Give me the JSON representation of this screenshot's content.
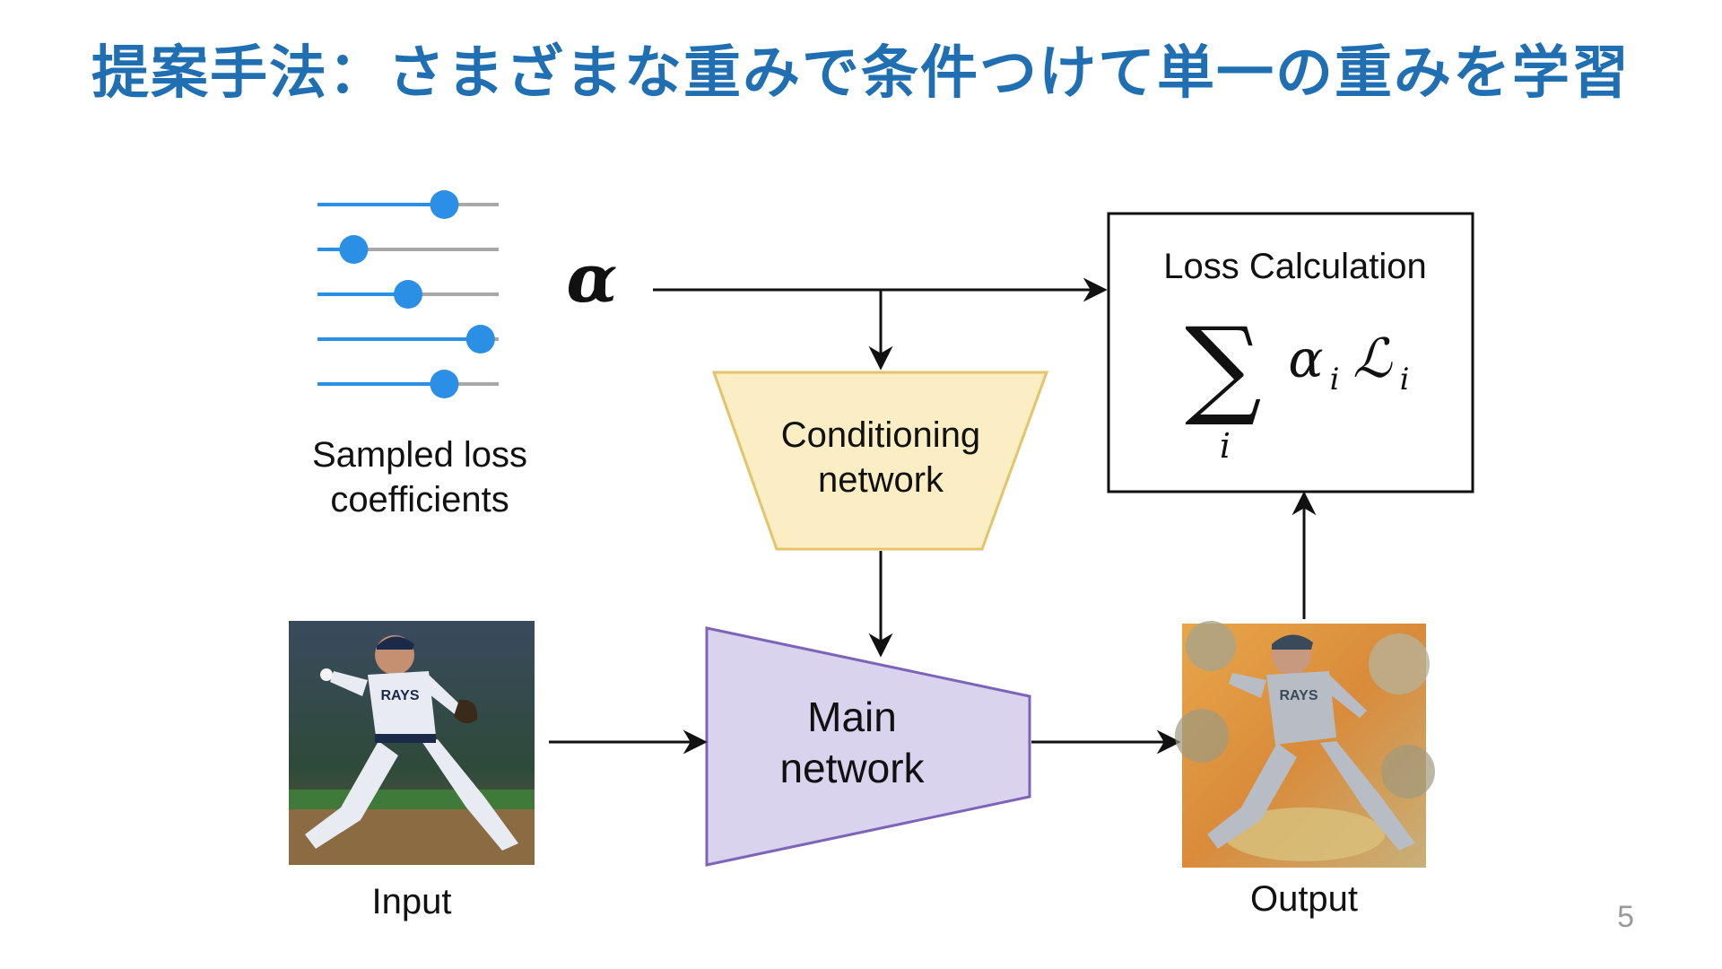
{
  "slide": {
    "title": "提案手法：さまざまな重みで条件つけて単一の重みを学習",
    "page_number": "5",
    "title_color": "#1f6fb2"
  },
  "diagram": {
    "alpha_symbol": "α",
    "sliders": {
      "label_line1": "Sampled loss",
      "label_line2": "coefficients",
      "values": [
        0.7,
        0.2,
        0.5,
        0.9,
        0.7
      ],
      "active_color": "#2b8fe6",
      "track_color": "#a8a8a8"
    },
    "conditioning_network": {
      "line1": "Conditioning",
      "line2": "network",
      "fill": "#fbeec4",
      "stroke": "#e3c46a"
    },
    "main_network": {
      "line1": "Main",
      "line2": "network",
      "fill": "#d9d3ee",
      "stroke": "#7e64b8"
    },
    "loss_calculation": {
      "title": "Loss Calculation",
      "sum_symbol": "∑",
      "sum_index": "i",
      "term_alpha": "α",
      "term_loss": "ℒ",
      "term_subscript": "i"
    },
    "input": {
      "label": "Input"
    },
    "output": {
      "label": "Output"
    }
  }
}
